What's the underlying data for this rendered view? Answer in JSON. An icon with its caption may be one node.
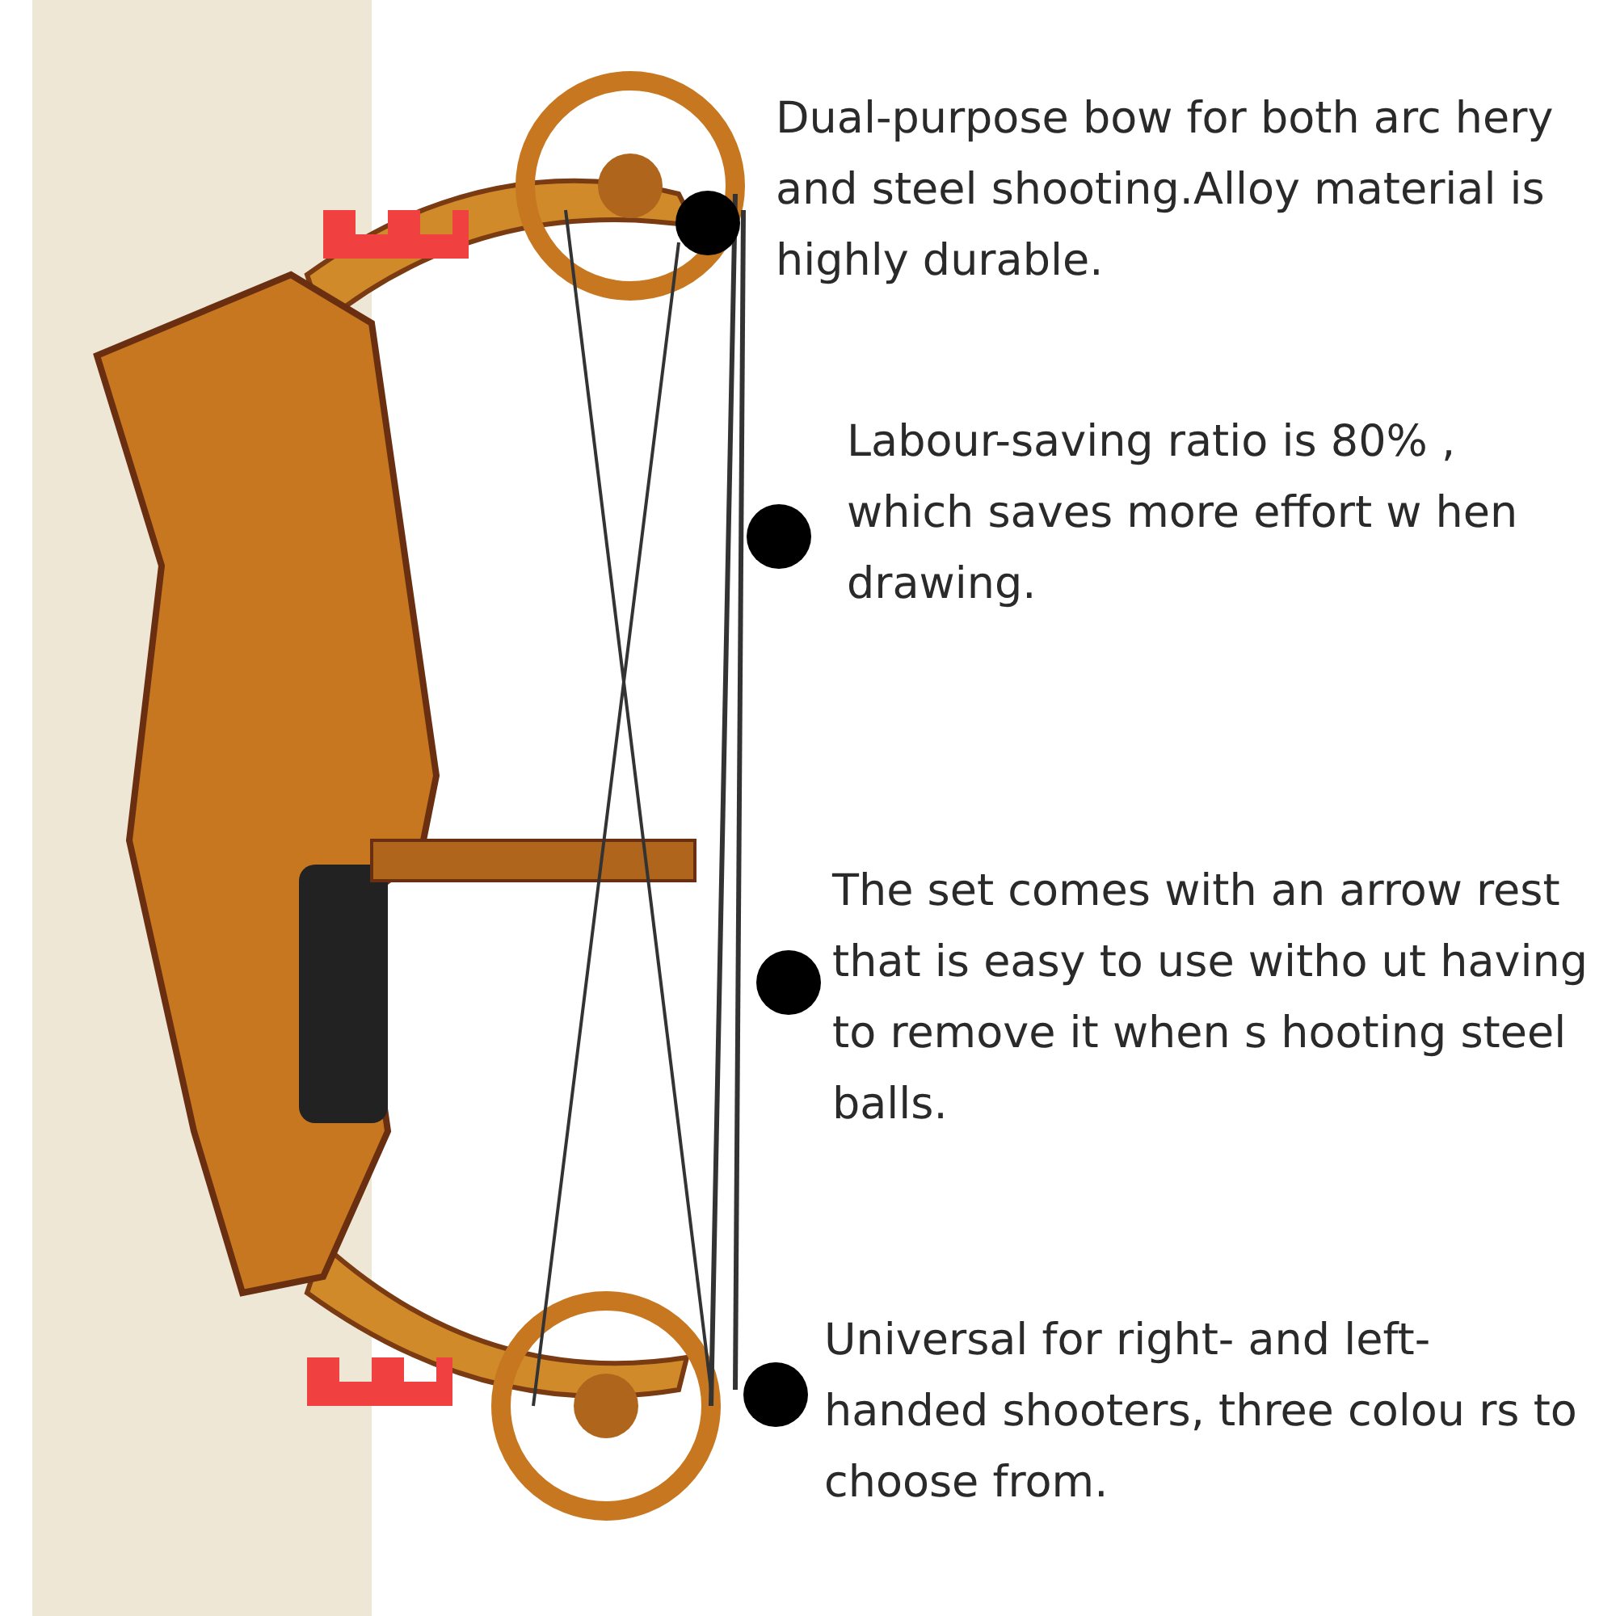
{
  "diagram": {
    "labels": [
      "Dual-purpose bow for both arc hery and steel shooting.Alloy material is highly durable.",
      "Labour-saving ratio is 80% , which saves more effort w hen drawing.",
      "The set comes with an arrow rest that is easy to use witho ut having to remove it when s hooting steel balls.",
      "Universal for right- and left- handed shooters, three colou rs to choose from."
    ]
  }
}
